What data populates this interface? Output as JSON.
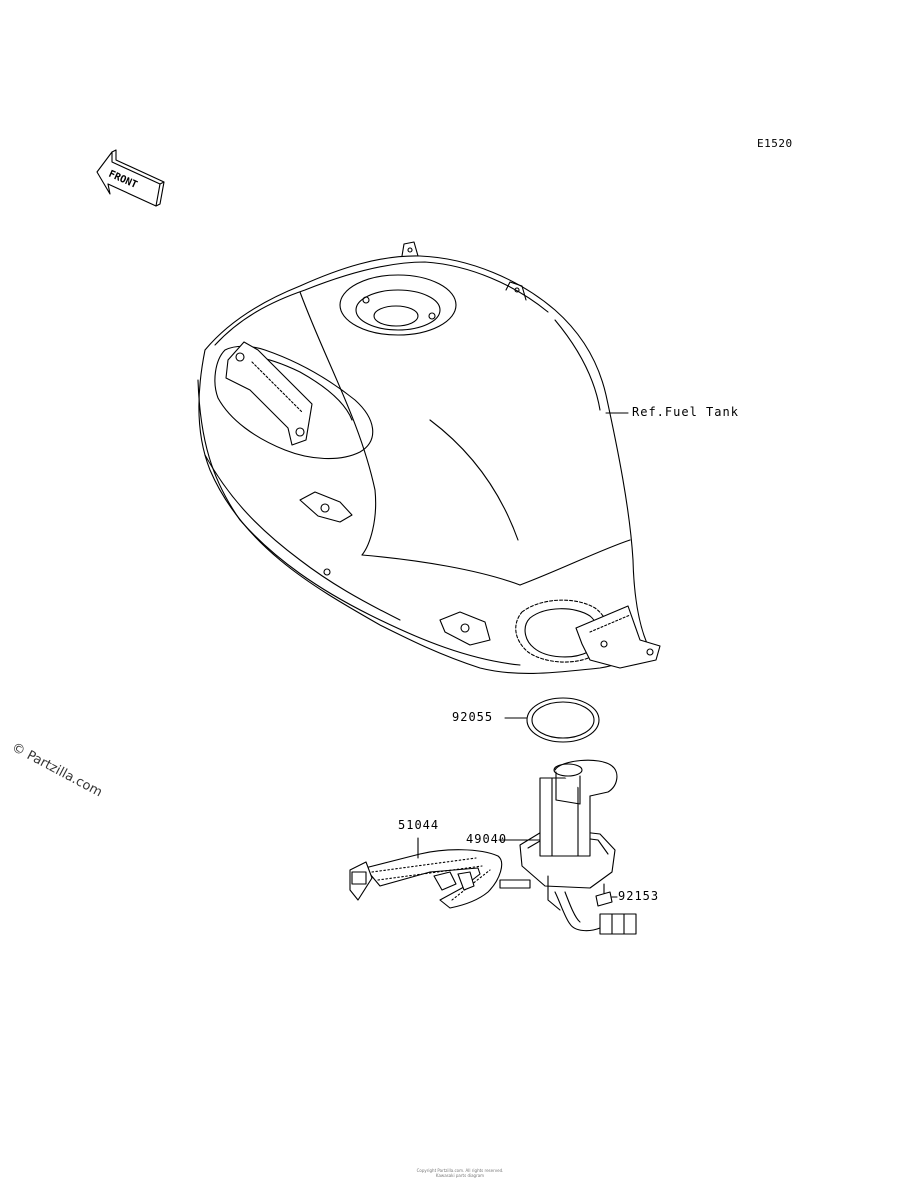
{
  "diagram": {
    "code": "E1520",
    "front_indicator": "FRONT",
    "watermark": "© Partzilla.com",
    "footer_line1": "Copyright Partzilla.com. All rights reserved.",
    "footer_line2": "Kawasaki parts diagram"
  },
  "callouts": [
    {
      "id": "ref-fuel-tank",
      "text": "Ref.Fuel Tank"
    },
    {
      "id": "part-92055",
      "text": "92055"
    },
    {
      "id": "part-49040",
      "text": "49040"
    },
    {
      "id": "part-51044",
      "text": "51044"
    },
    {
      "id": "part-92153",
      "text": "92153"
    }
  ]
}
